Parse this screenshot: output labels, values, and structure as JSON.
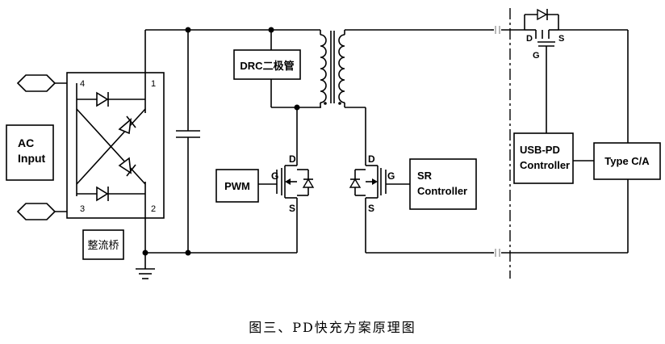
{
  "labels": {
    "ac_input": [
      "AC",
      "Input"
    ],
    "bridge": "整流桥",
    "drc": "DRC二极管",
    "pwm": "PWM",
    "sr_controller": [
      "SR",
      "Controller"
    ],
    "usb_pd": [
      "USB-PD",
      "Controller"
    ],
    "type_ca": "Type C/A"
  },
  "pins": {
    "bridge": [
      "4",
      "1",
      "3",
      "2"
    ],
    "mosfet_primary": [
      "D",
      "G",
      "S"
    ],
    "mosfet_secondary": [
      "D",
      "G",
      "S"
    ],
    "mosfet_vbus": [
      "D",
      "G",
      "S"
    ]
  },
  "caption": "图三、PD快充方案原理图"
}
